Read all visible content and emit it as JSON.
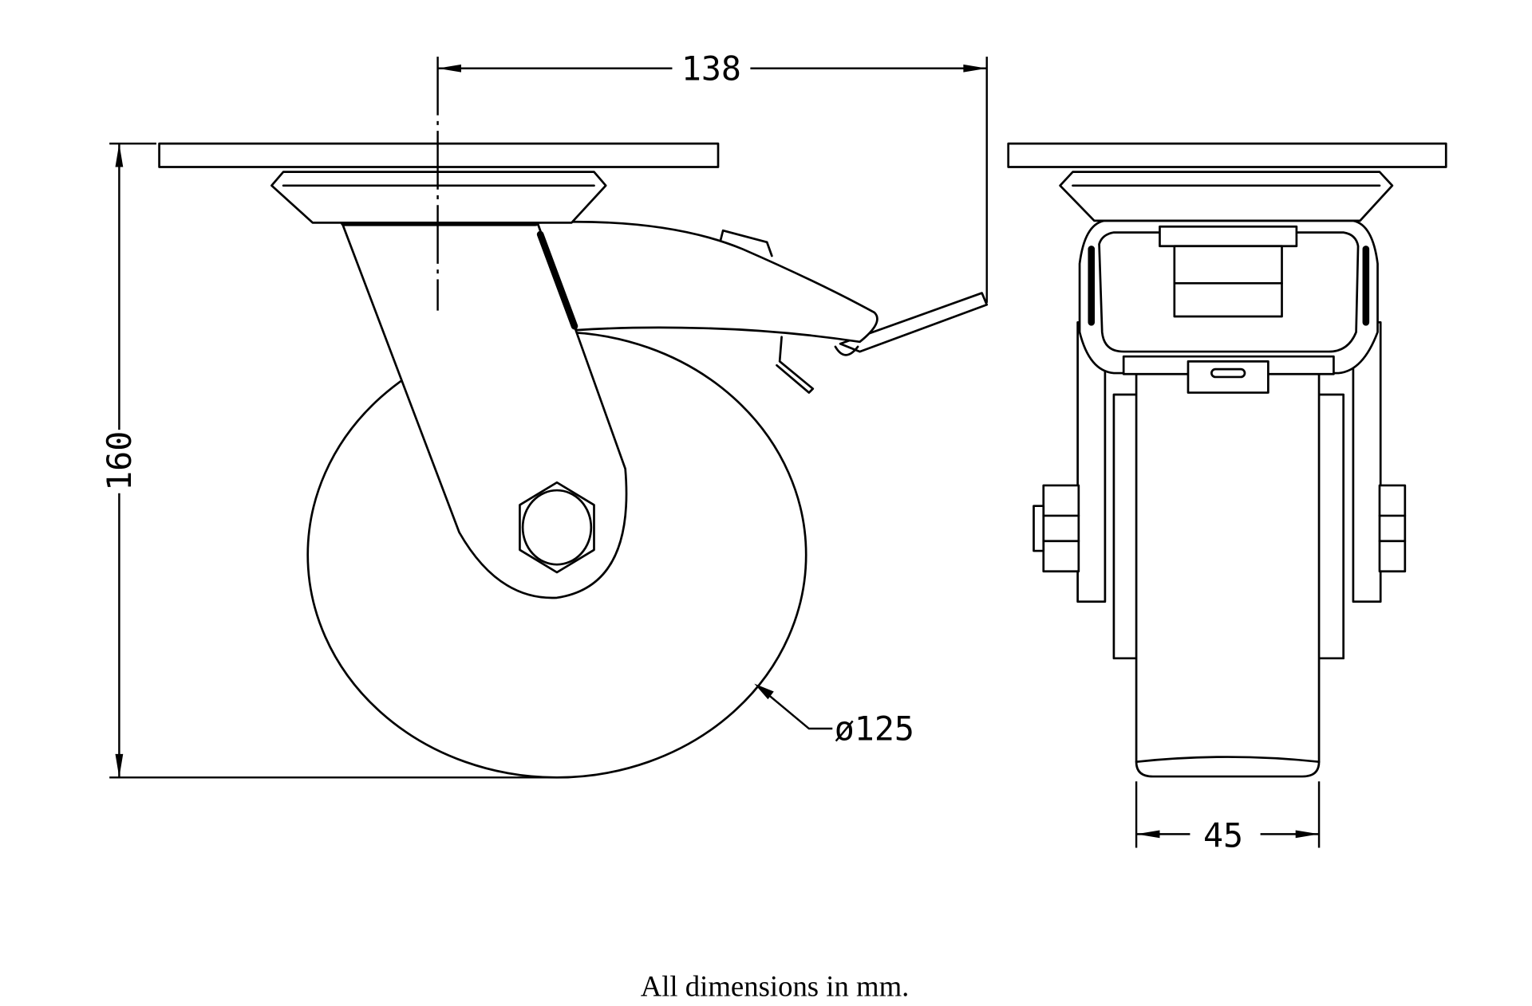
{
  "drawing": {
    "title": "Swivel castor with brake - dimension drawing",
    "dimensions": {
      "offset": "138",
      "height": "160",
      "wheel_diameter": "ø125",
      "wheel_width": "45"
    },
    "note": "All dimensions in mm.",
    "line_color": "#000000",
    "background": "#ffffff"
  }
}
